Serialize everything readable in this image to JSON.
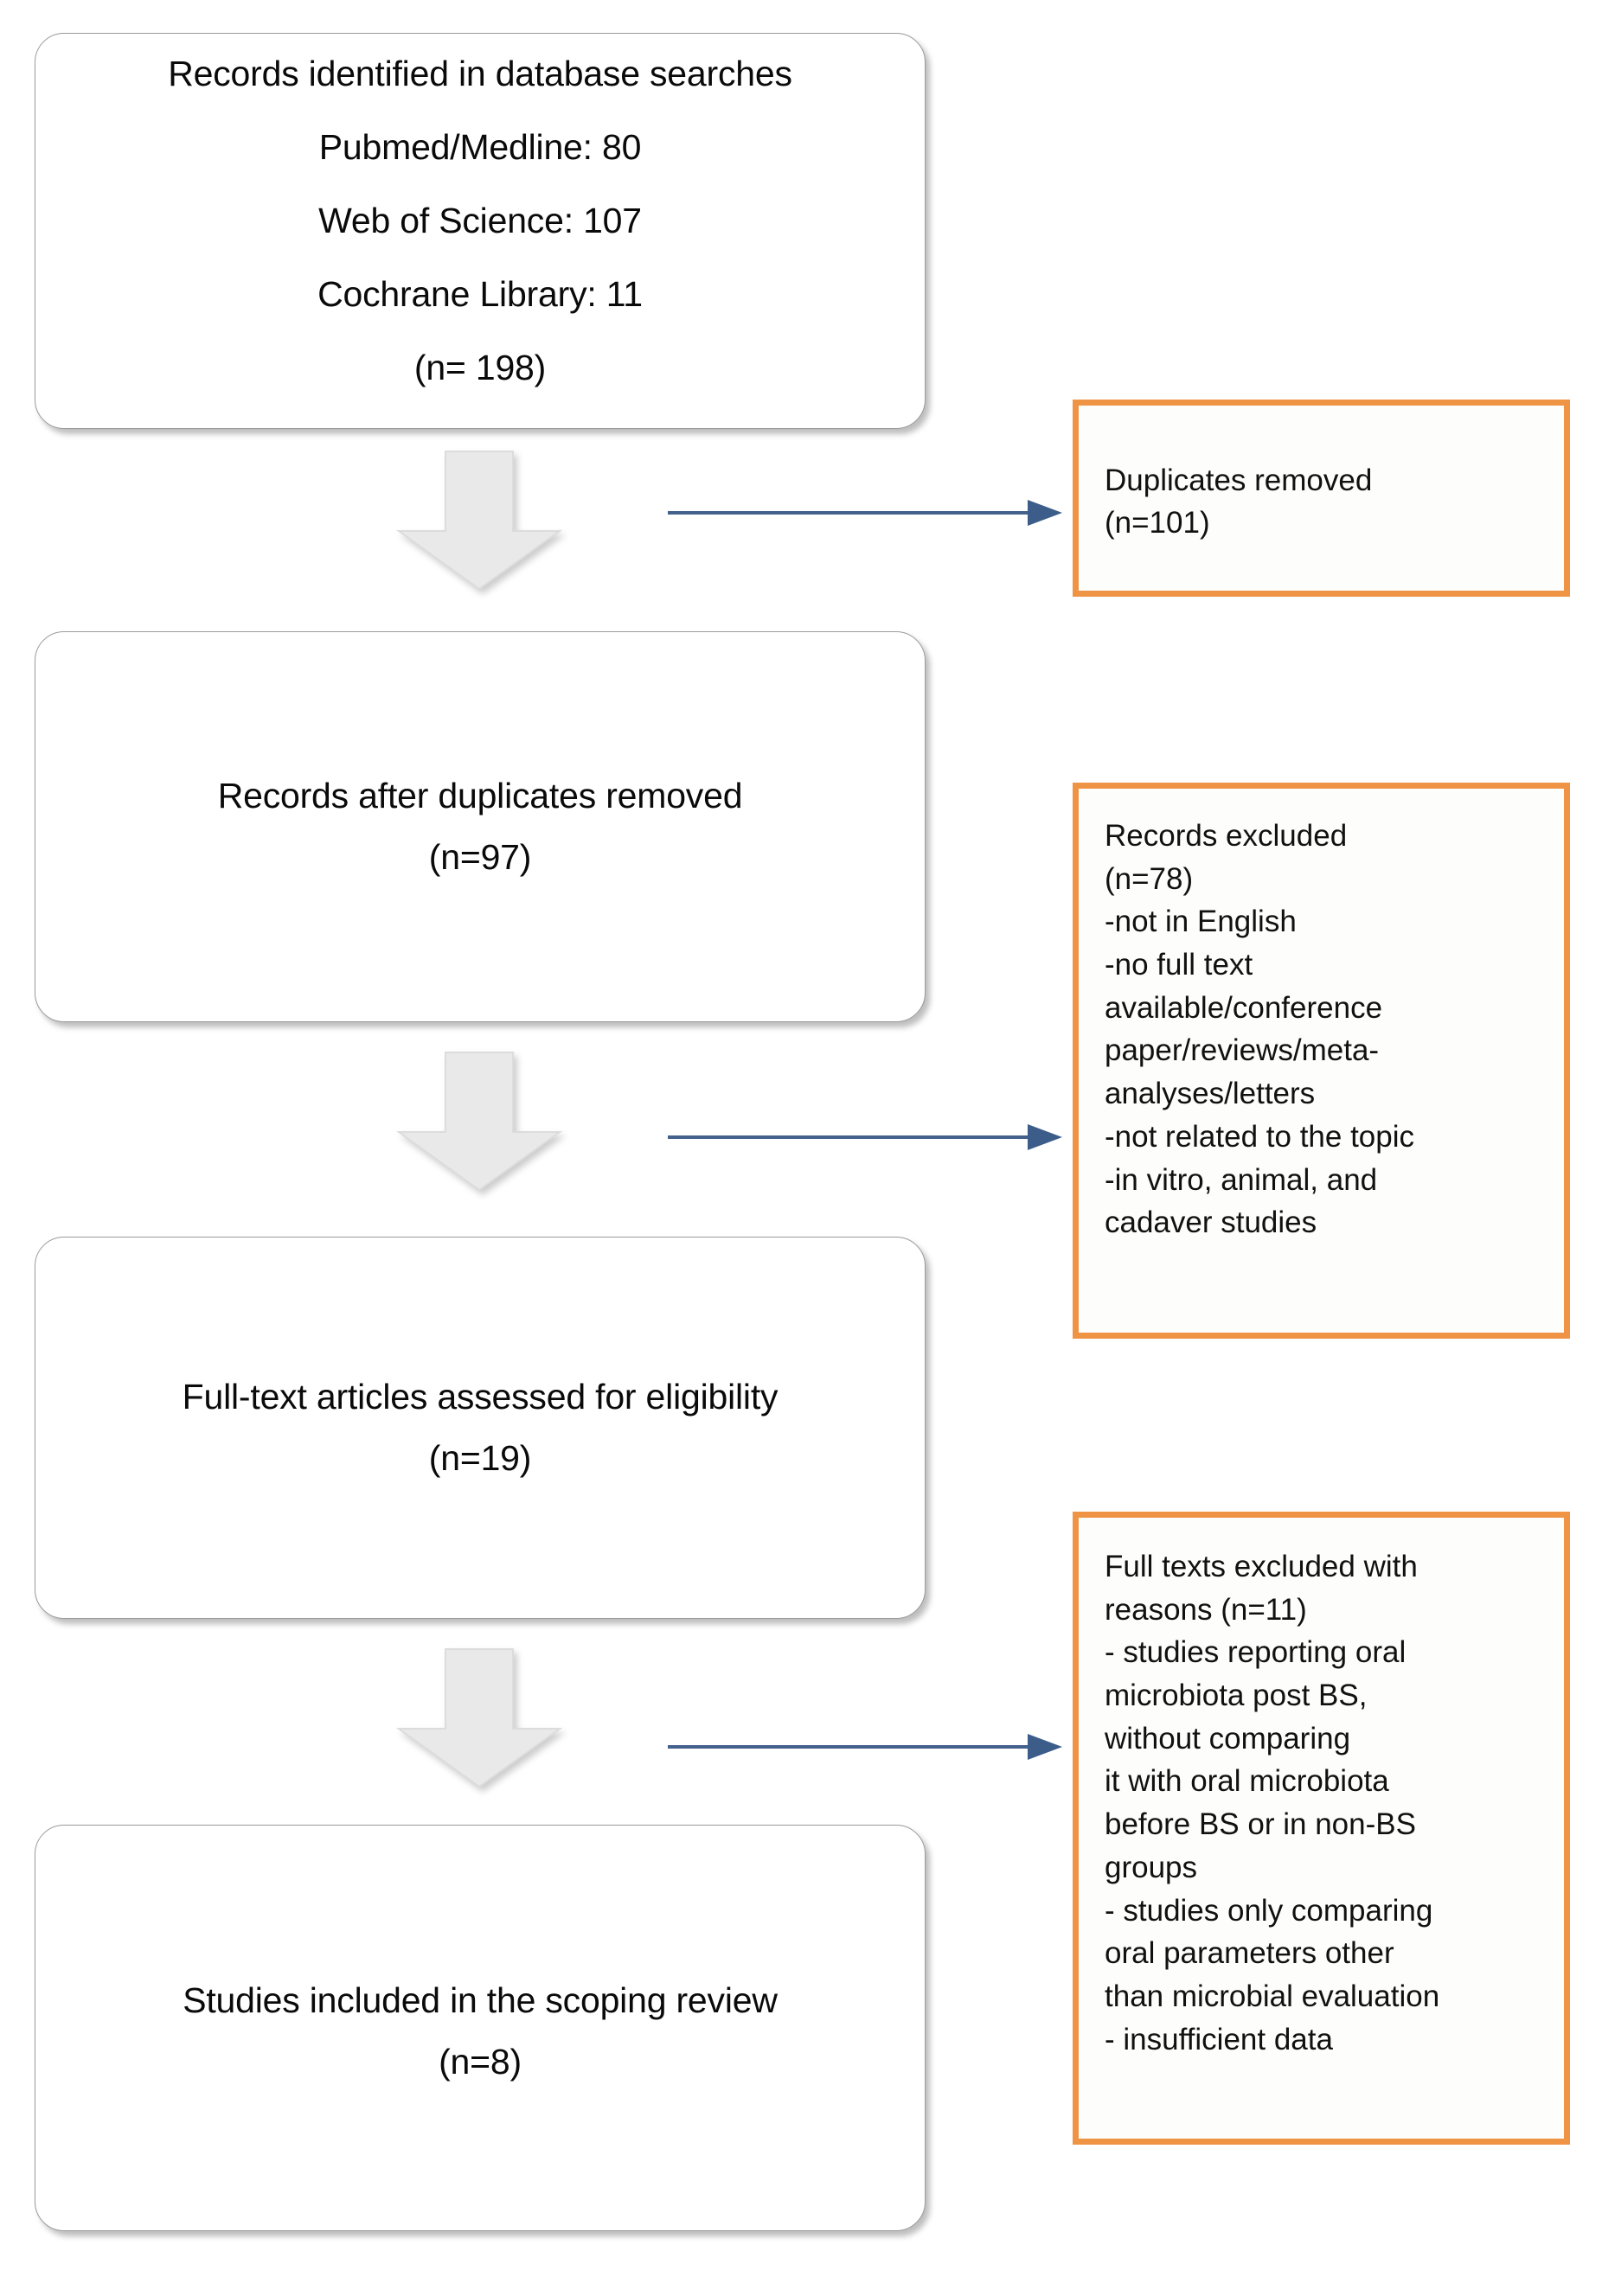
{
  "diagram": {
    "type": "prisma-flow-diagram",
    "colors": {
      "orange_border": "#EF9344",
      "blue_arrow": "#44618C",
      "gray_arrow_fill": "#E9E9E9",
      "gray_arrow_stroke": "#D4D4D4",
      "stage_box_border": "#9A9A9A",
      "background": "#FFFFFF"
    },
    "stages": [
      {
        "id": "records-identified",
        "lines": [
          "Records identified in database searches",
          "Pubmed/Medline: 80",
          "Web of Science: 107",
          "Cochrane Library: 11",
          "(n= 198)"
        ]
      },
      {
        "id": "records-after-duplicates",
        "lines": [
          "Records after duplicates removed",
          "(n=97)"
        ]
      },
      {
        "id": "full-text-assessed",
        "lines": [
          "Full-text articles assessed for eligibility",
          "(n=19)"
        ]
      },
      {
        "id": "studies-included",
        "lines": [
          "Studies included in the scoping review",
          "(n=8)"
        ]
      }
    ],
    "exclusions": [
      {
        "id": "duplicates-removed",
        "lines": [
          "Duplicates removed",
          "(n=101)"
        ]
      },
      {
        "id": "records-excluded",
        "lines": [
          "Records excluded",
          "(n=78)",
          "-not in English",
          "-no full text",
          "available/conference",
          "paper/reviews/meta-",
          "analyses/letters",
          "-not related to the topic",
          "-in vitro, animal, and",
          "cadaver studies"
        ]
      },
      {
        "id": "full-texts-excluded",
        "lines": [
          "Full texts excluded with",
          "reasons (n=11)",
          "- studies reporting oral",
          "microbiota post BS,",
          "without comparing",
          "it with oral microbiota",
          "before BS or in non-BS",
          "groups",
          "- studies only comparing",
          "oral parameters other",
          "than microbial evaluation",
          "- insufficient data"
        ]
      }
    ]
  }
}
